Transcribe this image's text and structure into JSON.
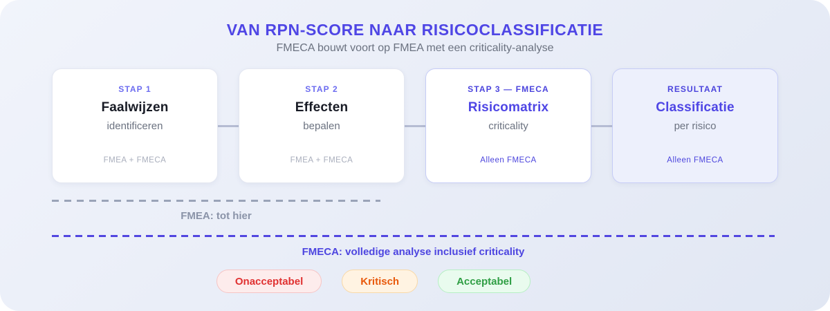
{
  "header": {
    "title": "VAN RPN-SCORE NAAR RISICOCLASSIFICATIE",
    "subtitle": "FMECA bouwt voort op FMEA met een criticality-analyse"
  },
  "steps": [
    {
      "step_label": "STAP 1",
      "title": "Faalwijzen",
      "subtitle": "identificeren",
      "scope": "FMEA + FMECA"
    },
    {
      "step_label": "STAP 2",
      "title": "Effecten",
      "subtitle": "bepalen",
      "scope": "FMEA + FMECA"
    },
    {
      "step_label": "STAP 3 — FMECA",
      "title": "Risicomatrix",
      "subtitle": "criticality",
      "scope": "Alleen FMECA"
    },
    {
      "step_label": "RESULTAAT",
      "title": "Classificatie",
      "subtitle": "per risico",
      "scope": "Alleen FMECA"
    }
  ],
  "span_lines": {
    "fmea_label": "FMEA: tot hier",
    "fmeca_label": "FMECA: volledige analyse inclusief criticality"
  },
  "classification_badges": [
    {
      "label": "Onacceptabel",
      "text_color": "#e03131",
      "background": "#fdecec",
      "border": "#f6c4c4"
    },
    {
      "label": "Kritisch",
      "text_color": "#e8590c",
      "background": "#fff3e2",
      "border": "#f8d8a7"
    },
    {
      "label": "Acceptabel",
      "text_color": "#2f9e44",
      "background": "#e9fbee",
      "border": "#b6efc3"
    }
  ],
  "colors": {
    "accent_indigo": "#4f46e5",
    "fmea_dash_line": "#9aa3b8",
    "fmeca_dash_line": "#5246e0",
    "connector": "#b5bcd3",
    "panel_gradient_start": "#f1f4fb",
    "panel_gradient_end": "#e1e7f3",
    "highlight_card_border": "#c6ccf6",
    "result_card_background": "#edf0fc"
  }
}
